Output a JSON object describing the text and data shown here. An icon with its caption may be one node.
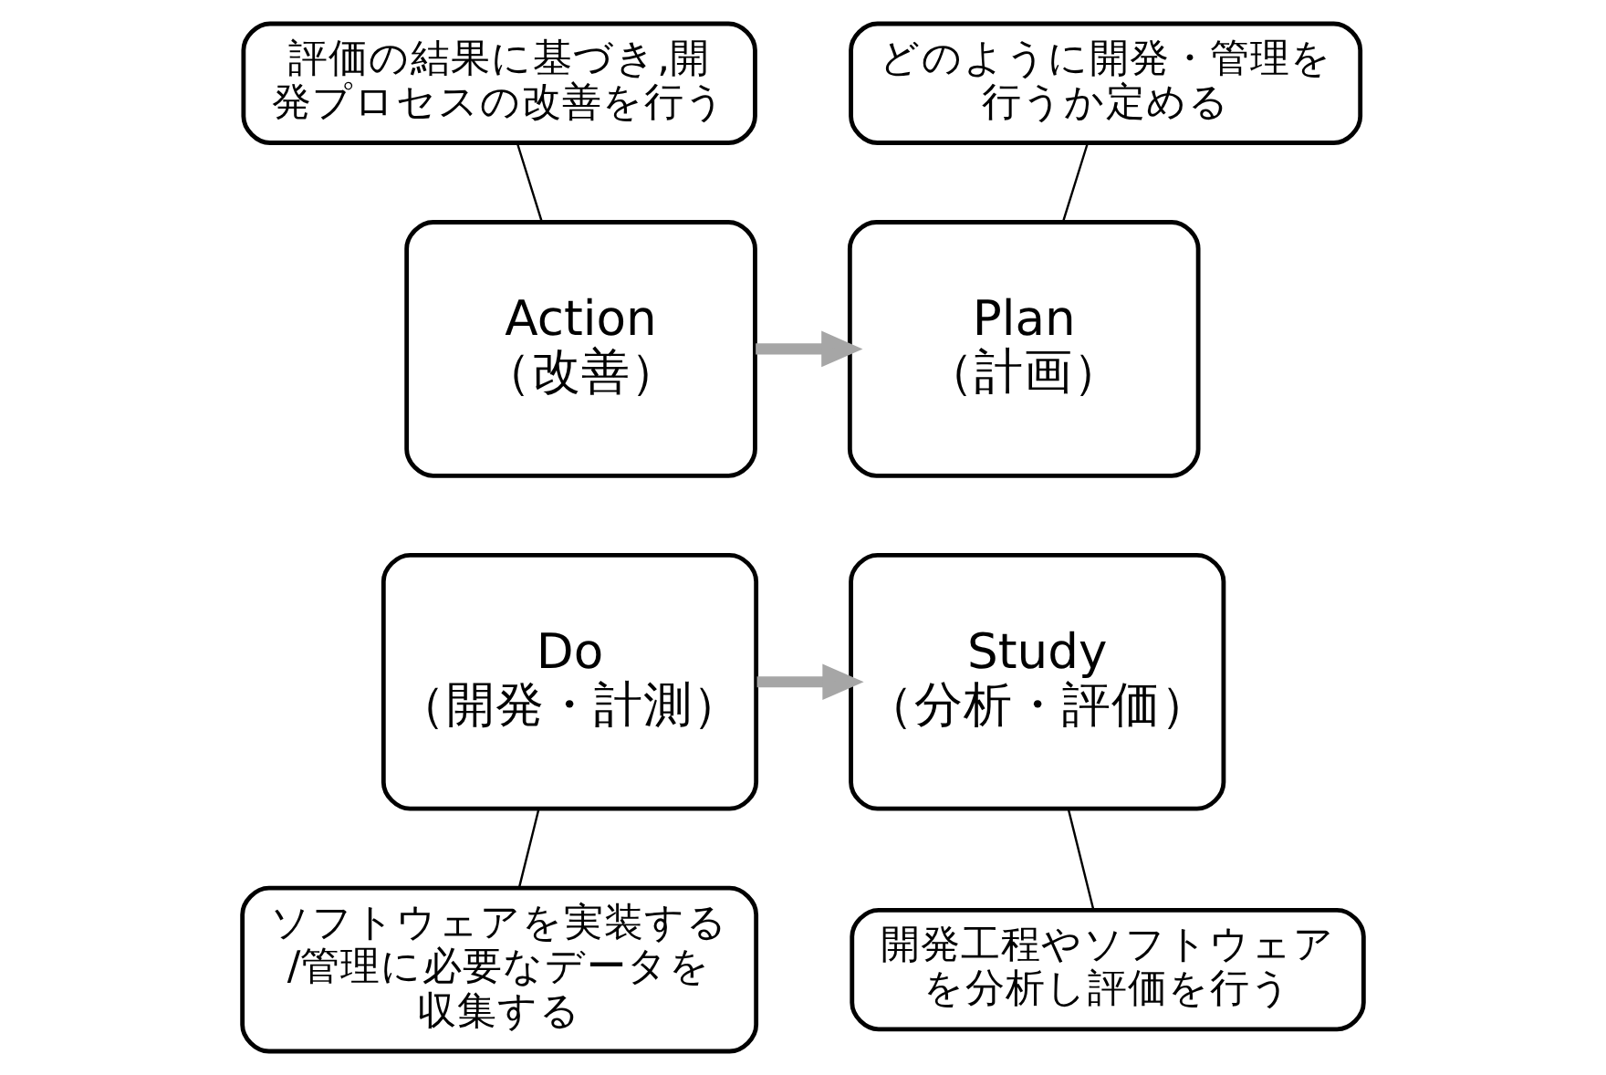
{
  "diagram": {
    "nodes": [
      {
        "text": [
          "どのように開発・管理を行うか定める"
        ]
      },
      {
        "text": [
          "評価の結果に基づき,開発プロセスの改善を行う"
        ]
      },
      {
        "text": [
          "Plan",
          "（計画）"
        ]
      },
      {
        "text": [
          "Action",
          "（改善）"
        ]
      },
      {
        "text": [
          "Do",
          "（開発・計測）"
        ]
      },
      {
        "text": [
          "Study",
          "（分析・評価）"
        ]
      },
      {
        "text": [
          "ソフトウェアを実装する/管理に必要なデータを収集する"
        ]
      },
      {
        "text": [
          "開発工程やソフトウェアを分析し評価を行う"
        ]
      }
    ],
    "edges": [
      {
        "from": 0,
        "to": 2,
        "arrow": "none"
      },
      {
        "from": 1,
        "to": 3,
        "arrow": "none"
      },
      {
        "from": 6,
        "to": 4,
        "arrow": "none"
      },
      {
        "from": 7,
        "to": 5,
        "arrow": "none"
      },
      {
        "from": 3,
        "to": 2,
        "arrow": "to",
        "style": "thick",
        "color": "#a6a6a6"
      },
      {
        "from": 4,
        "to": 5,
        "arrow": "to",
        "style": "thick",
        "color": "#a6a6a6"
      }
    ]
  }
}
